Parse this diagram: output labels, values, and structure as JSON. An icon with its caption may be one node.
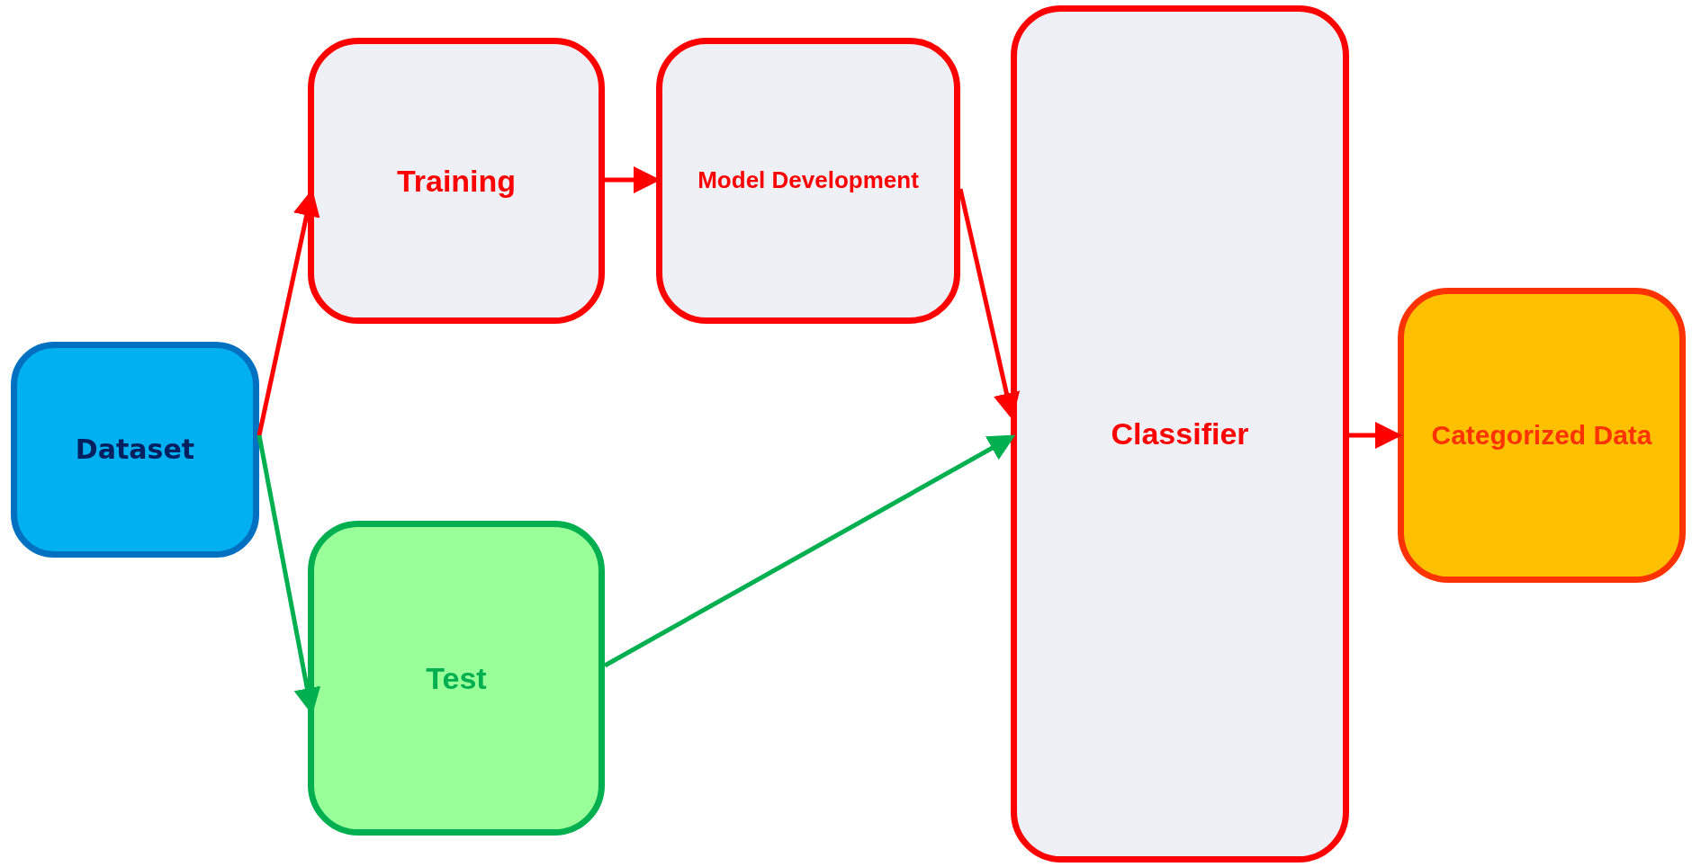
{
  "diagram": {
    "nodes": [
      {
        "text": [
          "Dataset"
        ]
      },
      {
        "text": [
          "Training"
        ]
      },
      {
        "text": [
          "Model Development"
        ]
      },
      {
        "text": [
          "Test"
        ]
      },
      {
        "text": [
          "Classifier"
        ]
      },
      {
        "text": [
          "Categorized Data"
        ]
      }
    ],
    "edges": [
      {
        "from": 0,
        "to": 1,
        "arrow": "to"
      },
      {
        "from": 0,
        "to": 3,
        "arrow": "to",
        "color": "#00b050"
      },
      {
        "from": 1,
        "to": 2,
        "arrow": "to"
      },
      {
        "from": 2,
        "to": 4,
        "arrow": "to"
      },
      {
        "from": 3,
        "to": 4,
        "arrow": "to",
        "color": "#00b050"
      },
      {
        "from": 4,
        "to": 5,
        "arrow": "to"
      }
    ]
  }
}
